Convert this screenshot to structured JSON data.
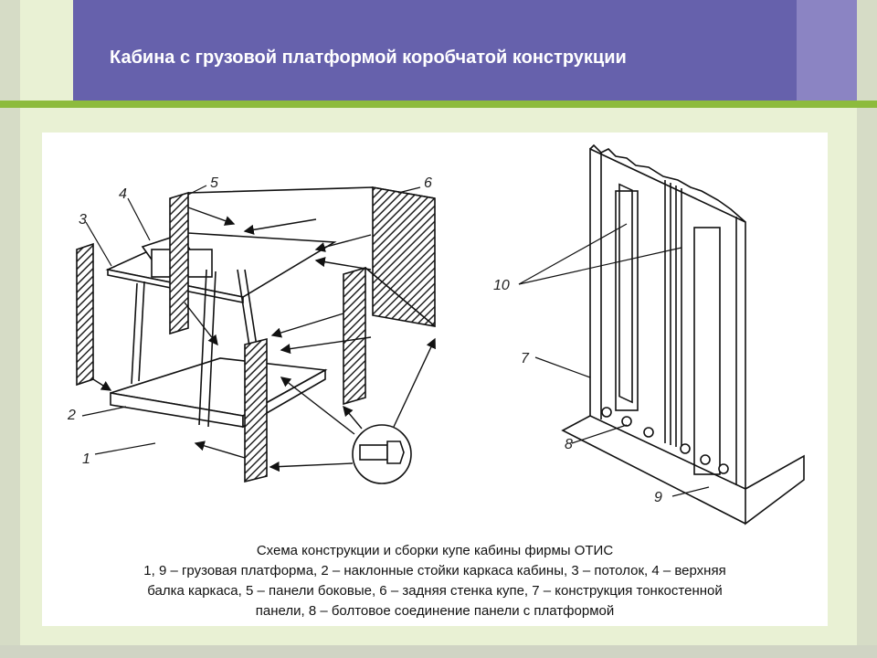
{
  "slide": {
    "title": "Кабина с грузовой платформой коробчатой конструкции"
  },
  "figure": {
    "labels": {
      "l1": "1",
      "l2": "2",
      "l3": "3",
      "l4": "4",
      "l5": "5",
      "l6": "6",
      "l7": "7",
      "l8": "8",
      "l9": "9",
      "l10": "10"
    },
    "caption": {
      "line1": "Схема конструкции и сборки купе кабины фирмы ОТИС",
      "line2": "1, 9 – грузовая платформа, 2 – наклонные стойки каркаса кабины, 3 – потолок, 4 – верхняя",
      "line3": "балка каркаса, 5 – панели боковые, 6 – задняя стенка купе, 7 – конструкция тонкостенной",
      "line4": "панели, 8 – болтовое соединение панели с платформой"
    }
  },
  "colors": {
    "title_bar": "#6661ac",
    "accent_line": "#8dbb3d",
    "background": "#e9f1d4"
  }
}
